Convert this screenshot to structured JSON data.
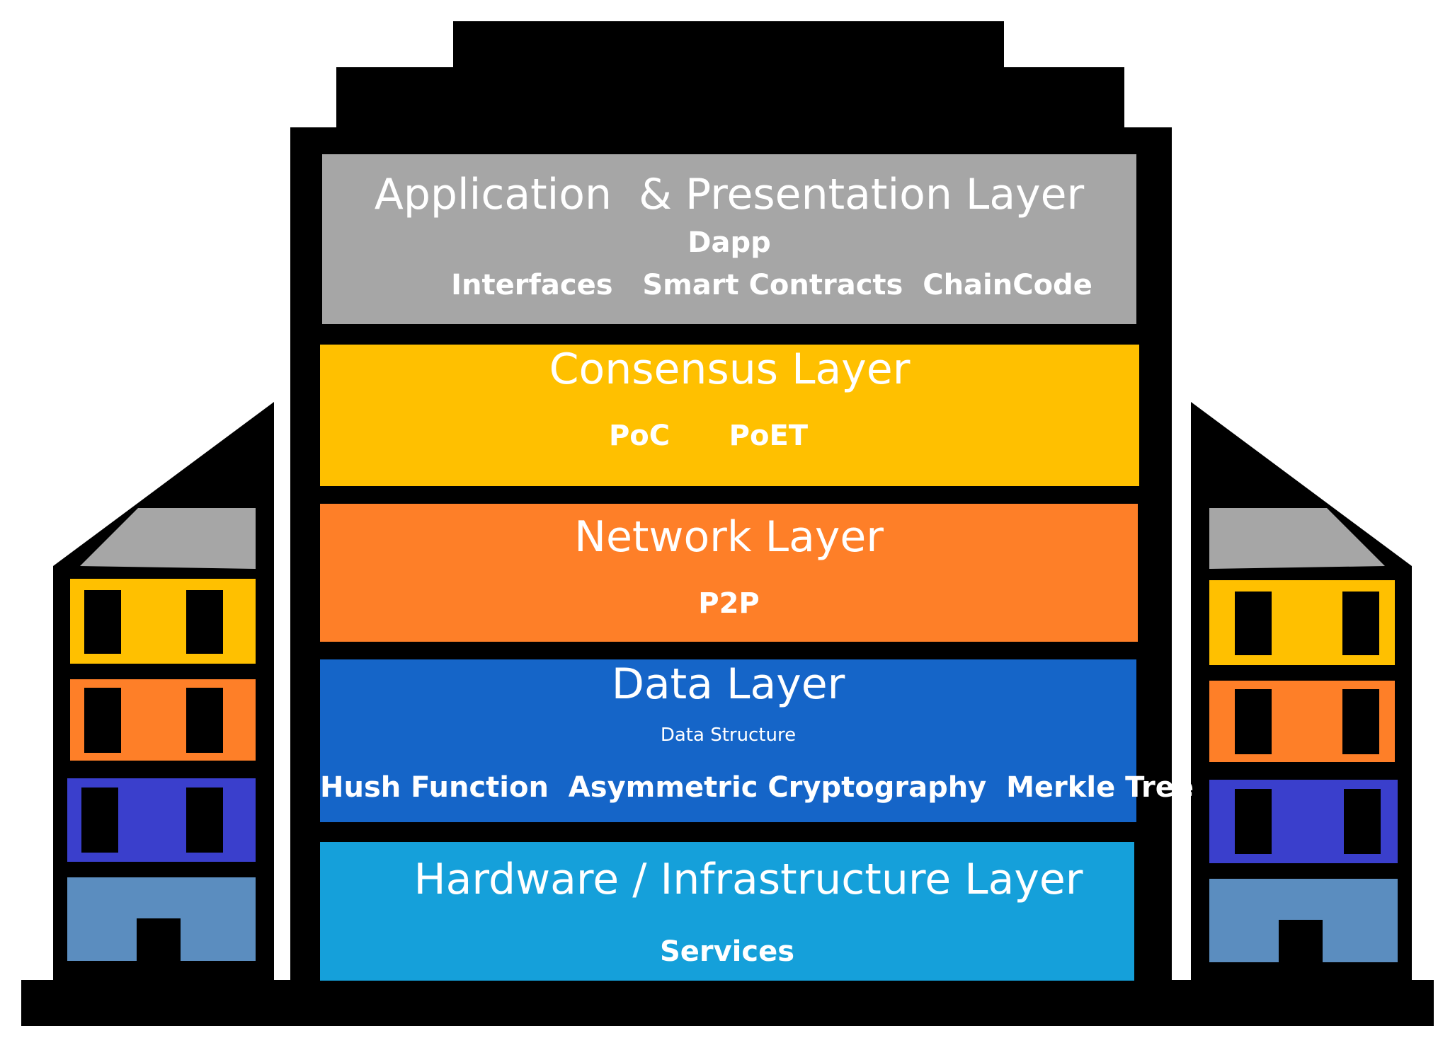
{
  "colors": {
    "building": "#000000",
    "application": "#a6a6a6",
    "consensus": "#ffc000",
    "network": "#fe7f28",
    "data": "#1565c8",
    "hardware": "#15a0da",
    "side_roof": "#a6a6a6",
    "side_floor_1": "#ffc000",
    "side_floor_2": "#fe7f28",
    "side_floor_3": "#3a3fcc",
    "side_floor_4": "#5b8dbf"
  },
  "layers": {
    "application": {
      "title": "Application  & Presentation Layer",
      "line1": "Dapp",
      "line2": "Interfaces   Smart Contracts  ChainCode"
    },
    "consensus": {
      "title": "Consensus Layer",
      "line1": "PoC      PoET"
    },
    "network": {
      "title": "Network Layer",
      "line1": "P2P"
    },
    "data": {
      "title": "Data Layer",
      "caption": "Data Structure",
      "line1": "Hush Function  Asymmetric Cryptography  Merkle Tree"
    },
    "hardware": {
      "title": "Hardware / Infrastructure Layer",
      "line1": "Services"
    }
  }
}
